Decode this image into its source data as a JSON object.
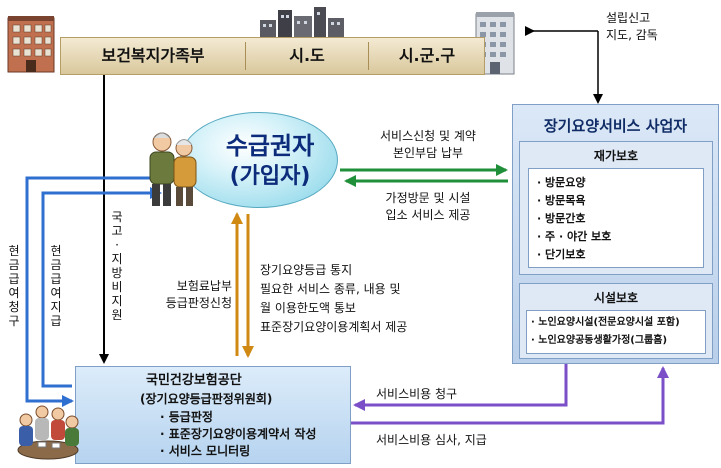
{
  "government": {
    "ministry": "보건복지가족부",
    "province": "시.도",
    "city": "시.군.구"
  },
  "supervision_note": [
    "설립신고",
    "지도, 감독"
  ],
  "recipient": {
    "title": "수급권자",
    "subtitle": "(가입자)"
  },
  "provider": {
    "title": "장기요양서비스 사업자",
    "home_care": {
      "title": "재가보호",
      "items": [
        "· 방문요양",
        "· 방문목욕",
        "· 방문간호",
        "· 주 · 야간 보호",
        "· 단기보호"
      ]
    },
    "facility_care": {
      "title": "시설보호",
      "items": [
        "· 노인요양시설(전문요양시설 포함)",
        "· 노인요양공동생활가정(그룹홈)"
      ]
    }
  },
  "flows": {
    "apply": [
      "서비스신청 및 계약",
      "본인부담 납부"
    ],
    "provide": [
      "가정방문 및 시설",
      "입소 서비스 제공"
    ],
    "subsidy": "국고·지방비지원",
    "cash_claim": "현금급여청구",
    "cash_pay": "현금급여지급",
    "premium": [
      "보험료납부",
      "등급판정신청"
    ],
    "notice": [
      "장기요양등급 통지",
      "필요한 서비스 종류, 내용 및",
      "월 이용한도액 통보",
      "표준장기요양이용계획서 제공"
    ],
    "cost_claim": "서비스비용 청구",
    "cost_review": "서비스비용 심사, 지급"
  },
  "nhis": {
    "title": "국민건강보험공단",
    "subtitle": "(장기요양등급판정위원회)",
    "items": [
      "· 등급판정",
      "· 표준장기요양이용계약서 작성",
      "· 서비스 모니터링"
    ]
  },
  "colors": {
    "black_arrow": "#000000",
    "green_arrow": "#1f8f3a",
    "orange_arrow": "#d08a14",
    "blue_arrow": "#2f6fd0",
    "purple_arrow": "#7a4fc8"
  }
}
